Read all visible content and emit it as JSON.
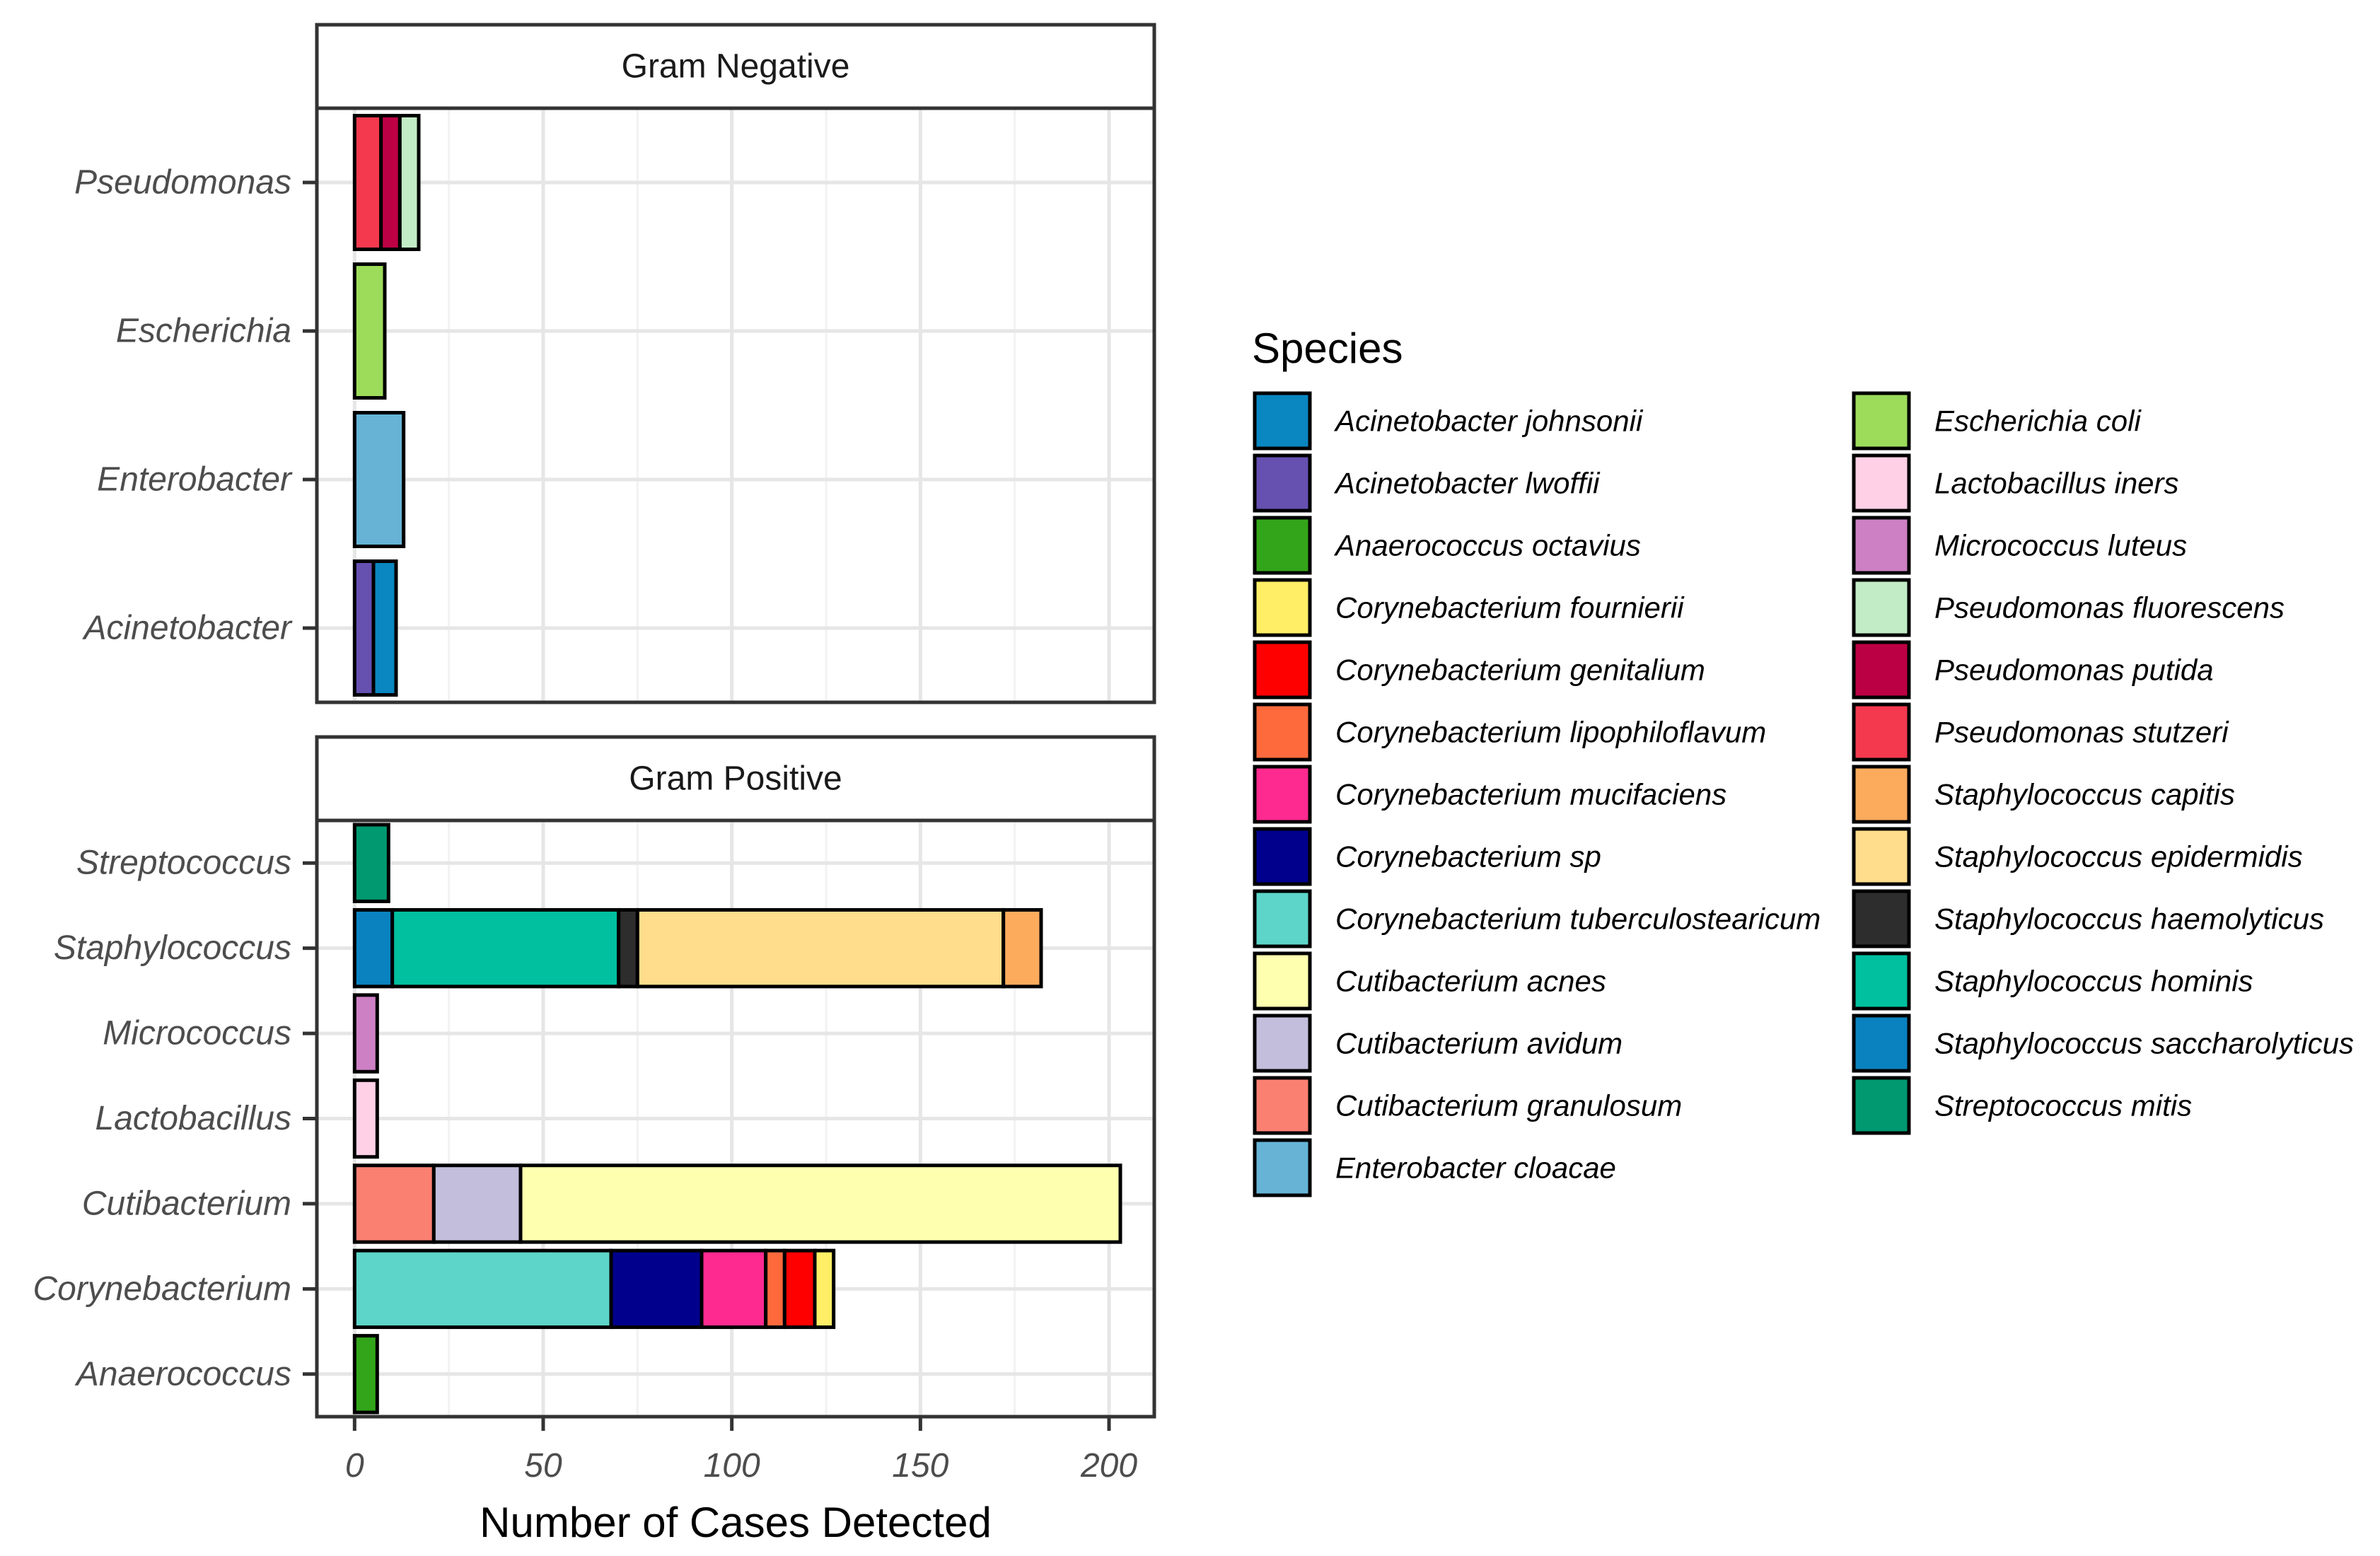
{
  "chart_data": {
    "type": "bar",
    "orientation": "horizontal",
    "stacked": true,
    "xlabel": "Number of Cases Detected",
    "ylabel": "",
    "xlim": [
      -10,
      212
    ],
    "xticks": [
      0,
      50,
      100,
      150,
      200
    ],
    "grid": true,
    "legend": {
      "title": "Species",
      "position": "right",
      "entries": [
        {
          "name": "Acinetobacter johnsonii",
          "color": "#0A86C0"
        },
        {
          "name": "Acinetobacter lwoffii",
          "color": "#6650B0"
        },
        {
          "name": "Anaerococcus octavius",
          "color": "#33A51A"
        },
        {
          "name": "Corynebacterium fournierii",
          "color": "#FFEE66"
        },
        {
          "name": "Corynebacterium genitalium",
          "color": "#FF0000"
        },
        {
          "name": "Corynebacterium lipophiloflavum",
          "color": "#FF6A3D"
        },
        {
          "name": "Corynebacterium mucifaciens",
          "color": "#FF2A90"
        },
        {
          "name": "Corynebacterium sp",
          "color": "#00008C"
        },
        {
          "name": "Corynebacterium tuberculostearicum",
          "color": "#5DD5C8"
        },
        {
          "name": "Cutibacterium acnes",
          "color": "#FFFFB0"
        },
        {
          "name": "Cutibacterium avidum",
          "color": "#C2BEDC"
        },
        {
          "name": "Cutibacterium granulosum",
          "color": "#FA8072"
        },
        {
          "name": "Enterobacter cloacae",
          "color": "#66B3D6"
        },
        {
          "name": "Escherichia coli",
          "color": "#9CDC5A"
        },
        {
          "name": "Lactobacillus iners",
          "color": "#FFD0E6"
        },
        {
          "name": "Micrococcus luteus",
          "color": "#CD80C4"
        },
        {
          "name": "Pseudomonas fluorescens",
          "color": "#C2ECC6"
        },
        {
          "name": "Pseudomonas putida",
          "color": "#BC0044"
        },
        {
          "name": "Pseudomonas stutzeri",
          "color": "#F4394E"
        },
        {
          "name": "Staphylococcus capitis",
          "color": "#FCAB5D"
        },
        {
          "name": "Staphylococcus epidermidis",
          "color": "#FFDD8C"
        },
        {
          "name": "Staphylococcus haemolyticus",
          "color": "#2D2D2D"
        },
        {
          "name": "Staphylococcus hominis",
          "color": "#00C09F"
        },
        {
          "name": "Staphylococcus saccharolyticus",
          "color": "#0A82C0"
        },
        {
          "name": "Streptococcus mitis",
          "color": "#009970"
        }
      ]
    },
    "panels": [
      {
        "title": "Gram Negative",
        "categories": [
          "Pseudomonas",
          "Escherichia",
          "Enterobacter",
          "Acinetobacter"
        ],
        "bars": [
          {
            "category": "Pseudomonas",
            "segments": [
              {
                "species": "Pseudomonas stutzeri",
                "value": 7
              },
              {
                "species": "Pseudomonas putida",
                "value": 5
              },
              {
                "species": "Pseudomonas fluorescens",
                "value": 5
              }
            ]
          },
          {
            "category": "Escherichia",
            "segments": [
              {
                "species": "Escherichia coli",
                "value": 8
              }
            ]
          },
          {
            "category": "Enterobacter",
            "segments": [
              {
                "species": "Enterobacter cloacae",
                "value": 13
              }
            ]
          },
          {
            "category": "Acinetobacter",
            "segments": [
              {
                "species": "Acinetobacter lwoffii",
                "value": 5
              },
              {
                "species": "Acinetobacter johnsonii",
                "value": 6
              }
            ]
          }
        ]
      },
      {
        "title": "Gram Positive",
        "categories": [
          "Streptococcus",
          "Staphylococcus",
          "Micrococcus",
          "Lactobacillus",
          "Cutibacterium",
          "Corynebacterium",
          "Anaerococcus"
        ],
        "bars": [
          {
            "category": "Streptococcus",
            "segments": [
              {
                "species": "Streptococcus mitis",
                "value": 9
              }
            ]
          },
          {
            "category": "Staphylococcus",
            "segments": [
              {
                "species": "Staphylococcus saccharolyticus",
                "value": 10
              },
              {
                "species": "Staphylococcus hominis",
                "value": 60
              },
              {
                "species": "Staphylococcus haemolyticus",
                "value": 5
              },
              {
                "species": "Staphylococcus epidermidis",
                "value": 97
              },
              {
                "species": "Staphylococcus capitis",
                "value": 10
              }
            ]
          },
          {
            "category": "Micrococcus",
            "segments": [
              {
                "species": "Micrococcus luteus",
                "value": 6
              }
            ]
          },
          {
            "category": "Lactobacillus",
            "segments": [
              {
                "species": "Lactobacillus iners",
                "value": 6
              }
            ]
          },
          {
            "category": "Cutibacterium",
            "segments": [
              {
                "species": "Cutibacterium granulosum",
                "value": 21
              },
              {
                "species": "Cutibacterium avidum",
                "value": 23
              },
              {
                "species": "Cutibacterium acnes",
                "value": 159
              }
            ]
          },
          {
            "category": "Corynebacterium",
            "segments": [
              {
                "species": "Corynebacterium tuberculostearicum",
                "value": 68
              },
              {
                "species": "Corynebacterium sp",
                "value": 24
              },
              {
                "species": "Corynebacterium mucifaciens",
                "value": 17
              },
              {
                "species": "Corynebacterium lipophiloflavum",
                "value": 5
              },
              {
                "species": "Corynebacterium genitalium",
                "value": 8
              },
              {
                "species": "Corynebacterium fournierii",
                "value": 5
              }
            ]
          },
          {
            "category": "Anaerococcus",
            "segments": [
              {
                "species": "Anaerococcus octavius",
                "value": 6
              }
            ]
          }
        ]
      }
    ]
  }
}
